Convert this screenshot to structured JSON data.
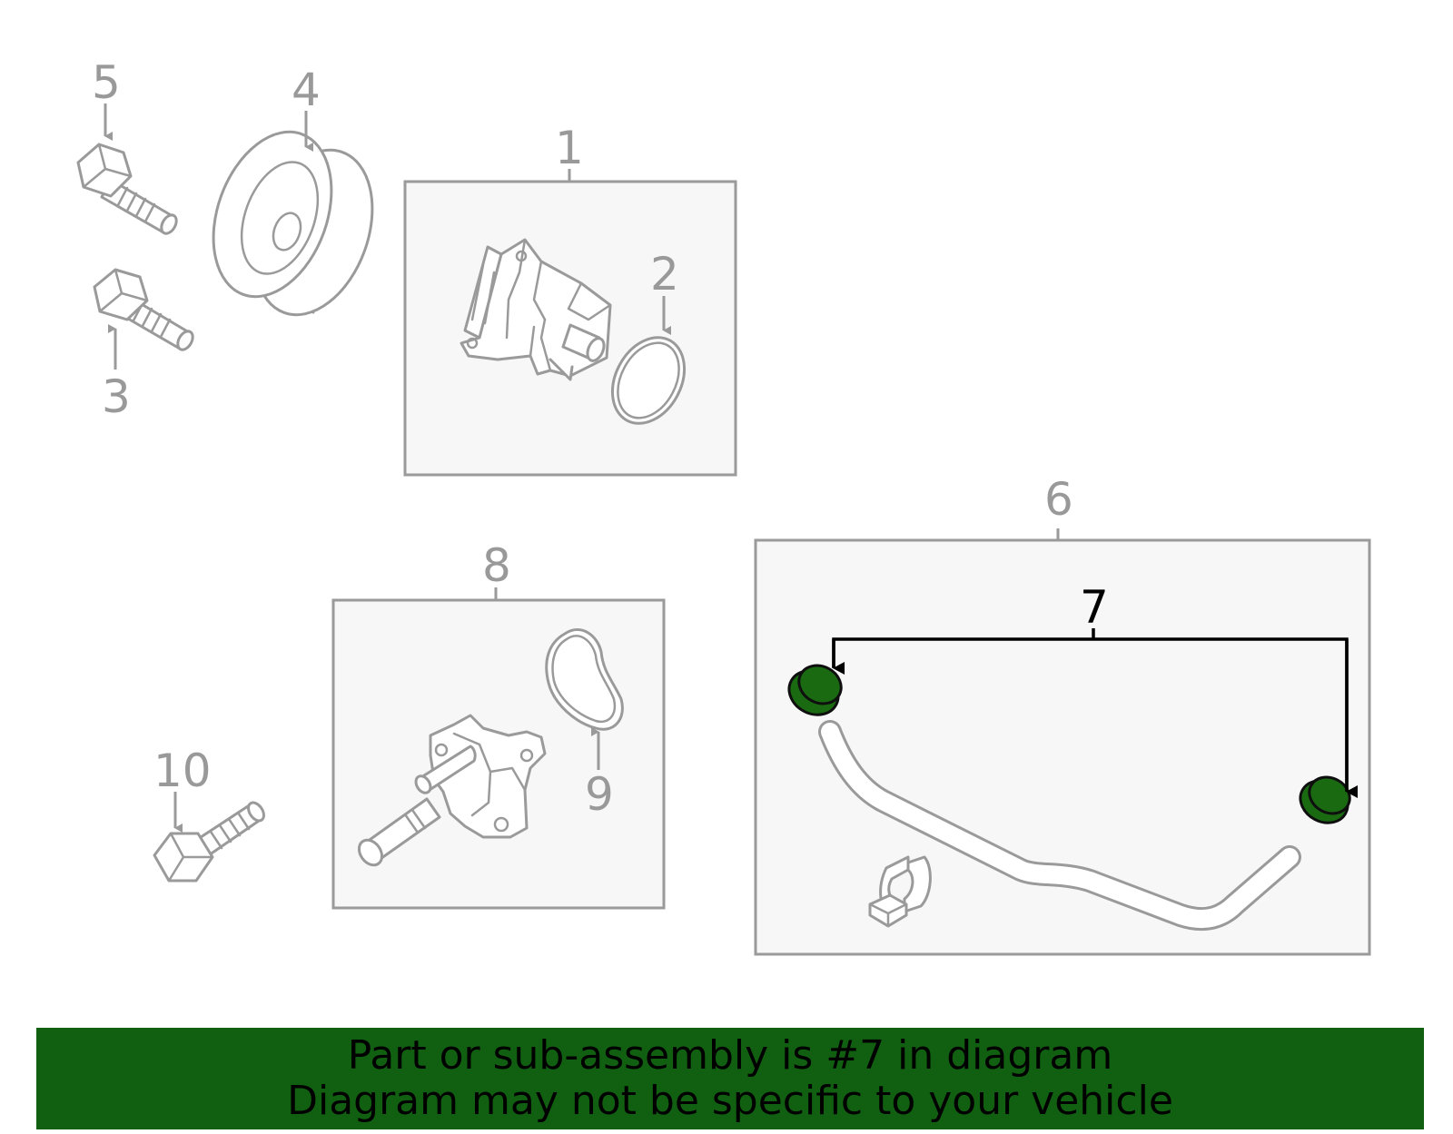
{
  "callouts": {
    "c1": "1",
    "c2": "2",
    "c3": "3",
    "c4": "4",
    "c5": "5",
    "c6": "6",
    "c7": "7",
    "c8": "8",
    "c9": "9",
    "c10": "10"
  },
  "banner": {
    "line1": "Part or sub-assembly is #7 in diagram",
    "line2": "Diagram may not be specific to your vehicle"
  },
  "colors": {
    "highlight": "#1a6a12",
    "banner": "#116011",
    "linework": "#9a9a9a"
  }
}
